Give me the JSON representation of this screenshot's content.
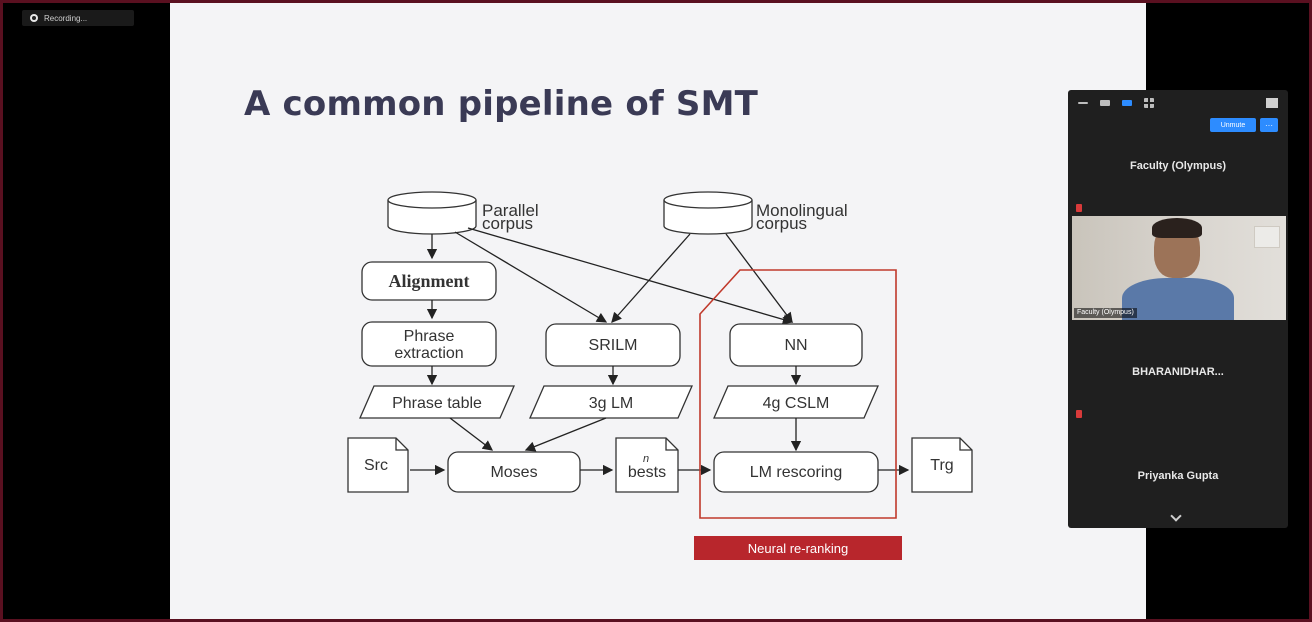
{
  "recording": {
    "label": "Recording..."
  },
  "slide": {
    "title": "A common pipeline of SMT",
    "diagram": {
      "parallel_corpus": [
        "Parallel",
        "corpus"
      ],
      "monolingual_corpus": [
        "Monolingual",
        "corpus"
      ],
      "alignment": "Alignment",
      "phrase_extraction": [
        "Phrase",
        "extraction"
      ],
      "srilm": "SRILM",
      "nn": "NN",
      "phrase_table": "Phrase table",
      "lm_3g": "3g LM",
      "cslm_4g": "4g CSLM",
      "src": "Src",
      "moses": "Moses",
      "n_bests": [
        "n",
        "bests"
      ],
      "lm_rescoring": "LM rescoring",
      "trg": "Trg"
    },
    "neural_label": "Neural re-ranking"
  },
  "participants_panel": {
    "unmute_label": "Unmute",
    "more_label": "···",
    "participants": [
      {
        "name": "Faculty (Olympus)"
      },
      {
        "video_label": "Faculty (Olympus)"
      },
      {
        "name": "BHARANIDHAR..."
      },
      {
        "name": "Priyanka Gupta"
      }
    ]
  },
  "colors": {
    "slide_bg": "#f4f4f6",
    "title": "#3a3a55",
    "highlight_red": "#b8262c",
    "zoom_blue": "#2d8cff",
    "panel_bg": "#1f1f1f"
  },
  "icons": [
    "record-icon",
    "minimize-icon",
    "gallery-view-icon",
    "speaker-view-icon",
    "grid-view-icon",
    "popout-icon",
    "mic-muted-icon",
    "chevron-down-icon"
  ]
}
